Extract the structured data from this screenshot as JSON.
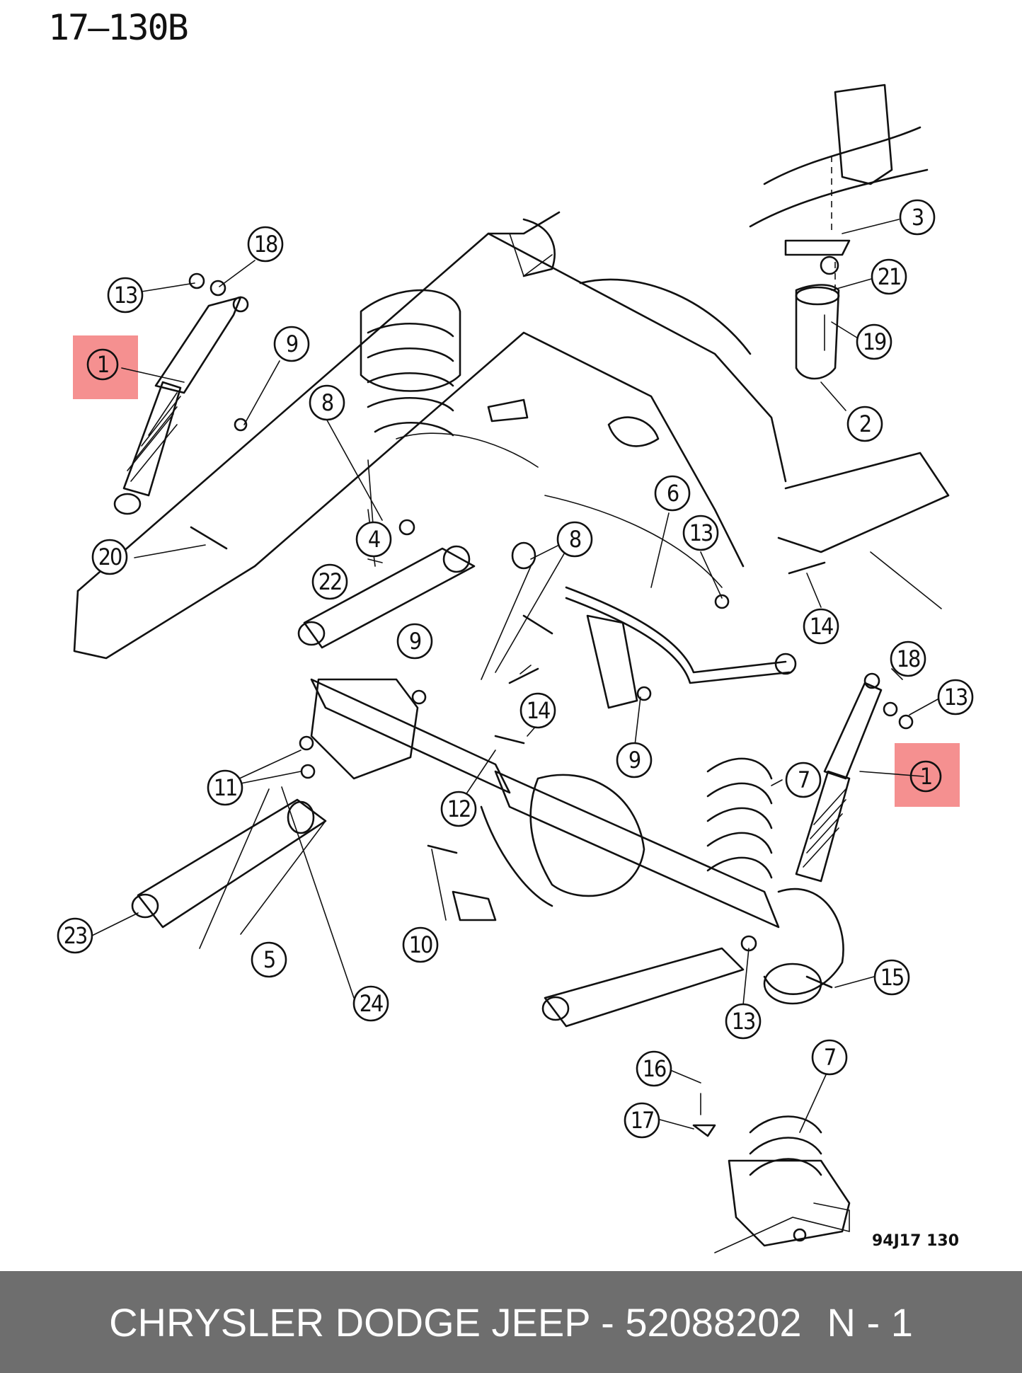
{
  "sheet_code": "17–130B",
  "drawing_code": "94J17  130",
  "highlight_color": "#f37d7d",
  "footer": {
    "brand": "CHRYSLER DODGE JEEP",
    "separator": "-",
    "part_number": "52088202",
    "position": "N - 1"
  },
  "callouts": {
    "c1a": "1",
    "c1b": "1",
    "c2": "2",
    "c3": "3",
    "c4": "4",
    "c5": "5",
    "c6": "6",
    "c7a": "7",
    "c7b": "7",
    "c8a": "8",
    "c8b": "8",
    "c9a": "9",
    "c9b": "9",
    "c9c": "9",
    "c10": "10",
    "c11": "11",
    "c12": "12",
    "c13a": "13",
    "c13b": "13",
    "c13c": "13",
    "c13d": "13",
    "c14a": "14",
    "c14b": "14",
    "c15": "15",
    "c16": "16",
    "c17": "17",
    "c18a": "18",
    "c18b": "18",
    "c19": "19",
    "c20": "20",
    "c21": "21",
    "c22": "22",
    "c23": "23",
    "c24": "24"
  }
}
